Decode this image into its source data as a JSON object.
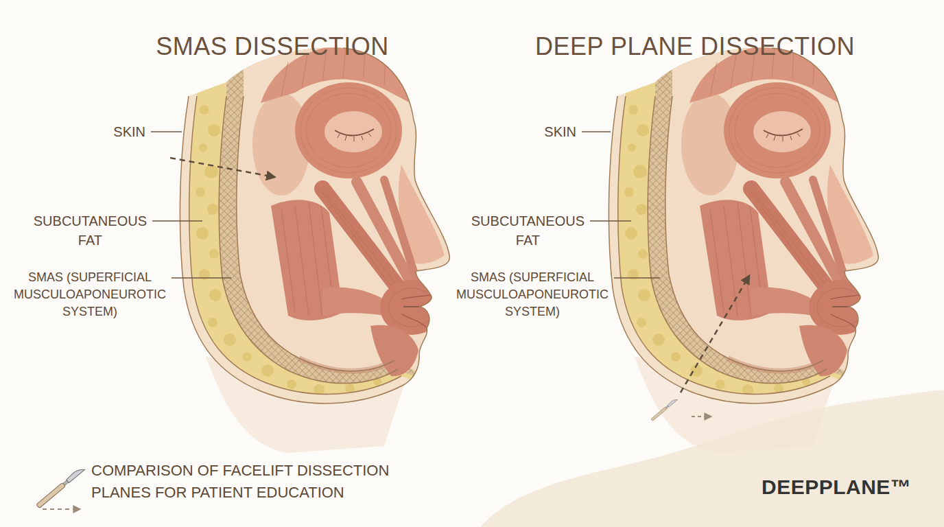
{
  "diagram": {
    "caption": "COMPARISON OF FACELIFT DISSECTION PLANES FOR PATIENT EDUCATION",
    "labels": [
      "SMAS DISSECTION",
      "DEEP PLANE DISSECTION",
      "SKIN",
      "SUBCUTANEOUS FAT",
      "SMAS (SUPERFICIAL MUSCULOAPONEUROTIC SYSTEM)",
      "SKIN",
      "SUBCUTANEOUS FAT",
      "SMAS (SUPERFICIAL MUSCULOAPONEUROTIC SYSTEM)",
      "DEEPPLANE™"
    ]
  }
}
